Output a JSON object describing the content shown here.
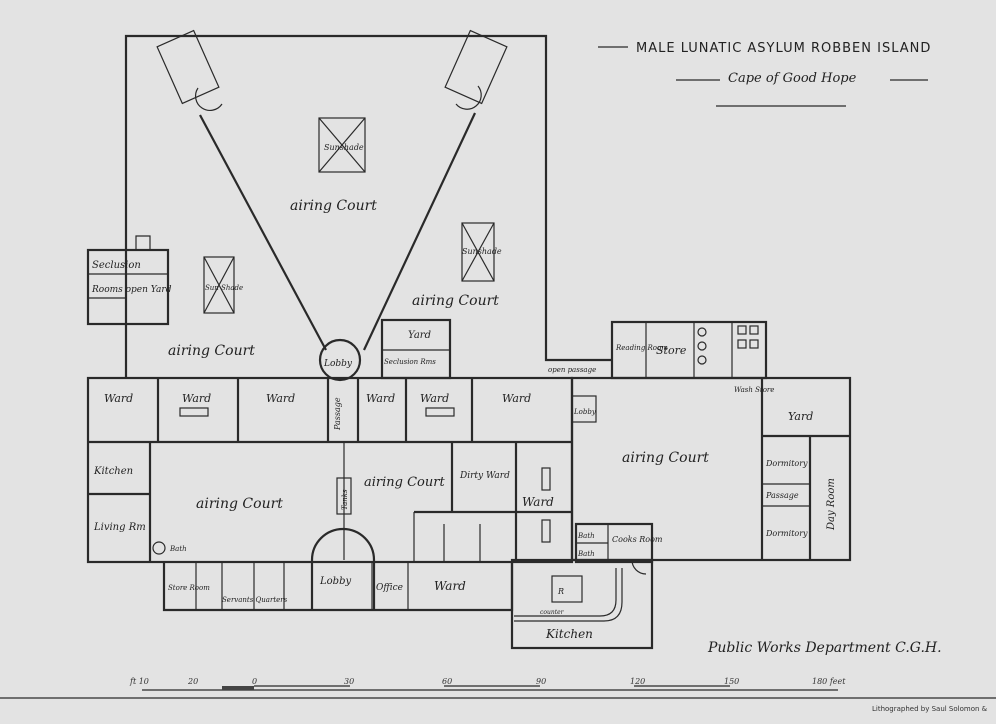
{
  "header": {
    "title": "MALE LUNATIC ASYLUM ROBBEN ISLAND",
    "subtitle": "Cape of Good Hope"
  },
  "footer": {
    "signature": "Public Works Department C.G.H.",
    "credit": "Lithographed by Saul Solomon &",
    "scale_labels": [
      "ft 10",
      "20",
      "0",
      "30",
      "60",
      "90",
      "120",
      "150",
      "180 feet"
    ]
  },
  "rooms": {
    "airing_court_top": "airing Court",
    "airing_court_right_top": "airing Court",
    "airing_court_left": "airing Court",
    "sunshade_1": "Sunshade",
    "sunshade_2": "Sunshade",
    "sunshade_3": "Sun Shade",
    "seclusion": "Seclusion",
    "rooms_open_yard": "Rooms  open Yard",
    "lobby_top": "Lobby",
    "yard_top": "Yard",
    "seclusion_rooms_small": "Seclusion Rms",
    "reading_room": "Reading Room",
    "store": "Store",
    "open_passage": "open passage",
    "wash_store": "Wash Store",
    "ward_1": "Ward",
    "ward_2": "Ward",
    "ward_3": "Ward",
    "ward_4": "Ward",
    "ward_5": "Ward",
    "ward_6": "Ward",
    "passage": "Passage",
    "lobby_right": "Lobby",
    "kitchen_left": "Kitchen",
    "living_room": "Living Rm",
    "airing_court_centre_left": "airing Court",
    "airing_court_centre": "airing Court",
    "dirty_ward": "Dirty Ward",
    "ward_centre": "Ward",
    "airing_court_right": "airing Court",
    "yard_right": "Yard",
    "dormitory_1": "Dormitory",
    "passage_right": "Passage",
    "dormitory_2": "Dormitory",
    "day_room": "Day Room",
    "bath_1": "Bath",
    "bath_2": "Bath",
    "cooks_room": "Cooks Room",
    "bath_small": "Bath",
    "store_room": "Store Room",
    "servants_quarters": "Servants Quarters",
    "lobby_bottom": "Lobby",
    "office": "Office",
    "ward_bottom": "Ward",
    "counter": "counter",
    "kitchen_bottom": "Kitchen",
    "tanks": "Tanks"
  }
}
